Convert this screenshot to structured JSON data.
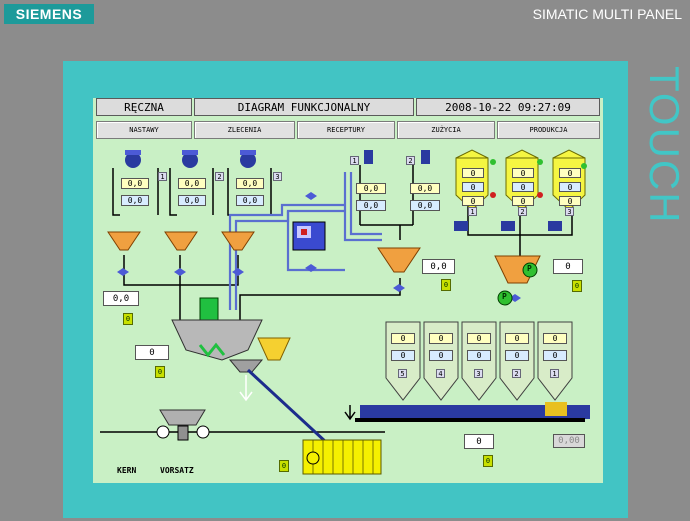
{
  "device": {
    "brand": "SIEMENS",
    "model": "SIMATIC MULTI PANEL",
    "touch": "TOUCH"
  },
  "header": {
    "mode": "RĘCZNA",
    "title": "DIAGRAM FUNKCJONALNY",
    "datetime": "2008-10-22  09:27:09"
  },
  "nav": [
    "NASTAWY",
    "ZLECENIA",
    "RECEPTURY",
    "ZUŻYCIA",
    "PRODUKCJA"
  ],
  "left_feeders": [
    {
      "number": "1",
      "top": "0,0",
      "bottom": "0,0"
    },
    {
      "number": "2",
      "top": "0,0",
      "bottom": "0,0"
    },
    {
      "number": "3",
      "top": "0,0",
      "bottom": "0,0"
    }
  ],
  "mid_feeders": [
    {
      "number": "1",
      "top": "0,0",
      "bottom": "0,0"
    },
    {
      "number": "2",
      "top": "0,0",
      "bottom": "0,0"
    }
  ],
  "top_silos": [
    {
      "number": "1",
      "v1": "0",
      "v2": "0",
      "v3": "0"
    },
    {
      "number": "2",
      "v1": "0",
      "v2": "0",
      "v3": "0"
    },
    {
      "number": "3",
      "v1": "0",
      "v2": "0",
      "v3": "0"
    }
  ],
  "bottom_silos": [
    {
      "number": "5",
      "v1": "0",
      "v2": "0"
    },
    {
      "number": "4",
      "v1": "0",
      "v2": "0"
    },
    {
      "number": "3",
      "v1": "0",
      "v2": "0"
    },
    {
      "number": "2",
      "v1": "0",
      "v2": "0"
    },
    {
      "number": "1",
      "v1": "0",
      "v2": "0"
    }
  ],
  "values": {
    "left_scale": "0,0",
    "left_scale_g": "0",
    "mixer_in": "0",
    "mixer_in_g": "0",
    "mid_scale": "0,0",
    "mid_scale_g": "0",
    "right_scale": "0",
    "right_scale_g": "0",
    "bottom_weight": "0",
    "bottom_weight_g": "0",
    "bottom_disabled": "0,00",
    "kern_g": "0"
  },
  "labels": {
    "kern": "KERN",
    "vorsatz": "VORSATZ",
    "pump": "P"
  },
  "colors": {
    "screen": "#c9f0c5",
    "bezel": "#42c4c4",
    "silo": "#f5f542",
    "hopper": "#f0a040",
    "pump": "#30c030",
    "motor": "#2a3aa0"
  }
}
